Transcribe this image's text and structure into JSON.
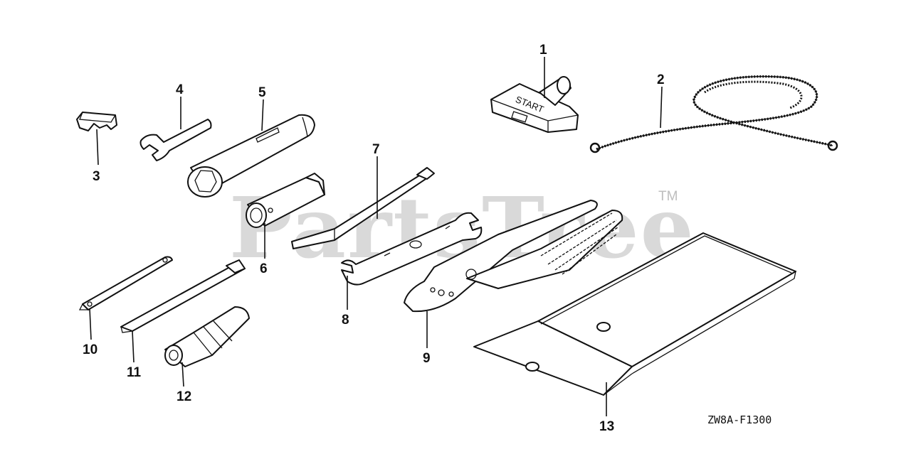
{
  "diagram": {
    "watermark": "PartsTree",
    "trademark": "TM",
    "diagram_code": "ZW8A-F1300",
    "starter_grip_text": "START",
    "callouts": [
      "1",
      "2",
      "3",
      "4",
      "5",
      "6",
      "7",
      "8",
      "9",
      "10",
      "11",
      "12",
      "13"
    ]
  }
}
